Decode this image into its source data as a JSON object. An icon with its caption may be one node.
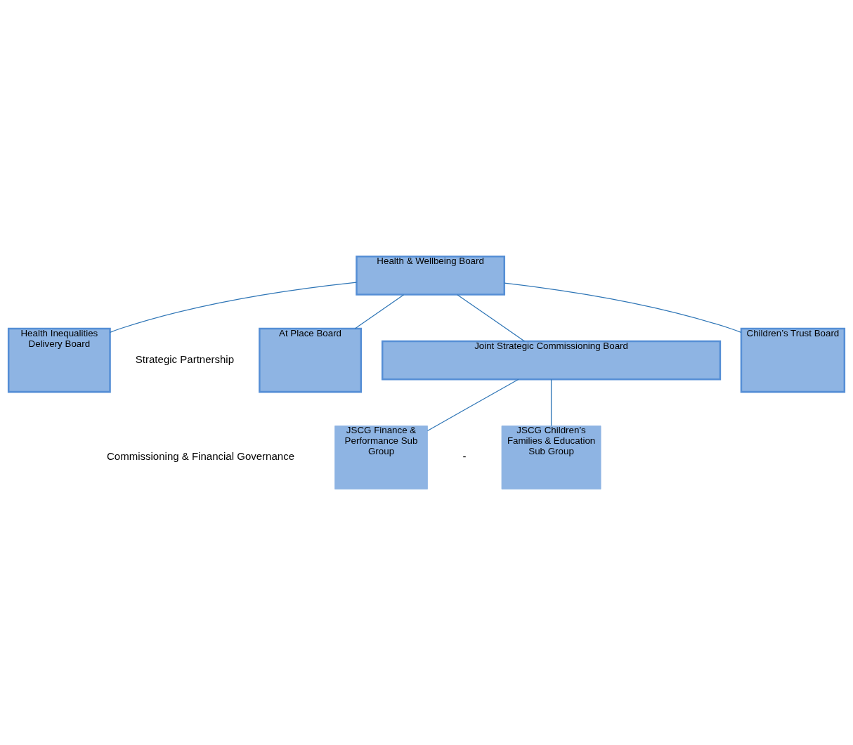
{
  "diagram": {
    "nodes": [
      {
        "text": [
          "Health & Wellbeing Board"
        ]
      },
      {
        "text": [
          "At Place Board"
        ]
      },
      {
        "text": [
          "Children’s Trust Board"
        ]
      },
      {
        "text": [
          "Health Inequalities Delivery Board"
        ]
      },
      {
        "text": [
          "Joint Strategic Commissioning Board"
        ]
      },
      {
        "text": [
          "JSCG Finance & Performance Sub Group"
        ]
      },
      {
        "text": [
          "JSCG Children’s Families & Education Sub Group"
        ]
      }
    ],
    "edges": [
      {
        "from": 0,
        "to": 1,
        "arrow": "none"
      },
      {
        "from": 0,
        "to": 2,
        "arrow": "none"
      },
      {
        "from": 0,
        "to": 3,
        "arrow": "none"
      },
      {
        "from": 0,
        "to": 4,
        "arrow": "none"
      },
      {
        "from": 4,
        "to": 5,
        "arrow": "none"
      },
      {
        "from": 4,
        "to": 6,
        "arrow": "none"
      }
    ],
    "labels": [
      "Strategic Partnership",
      "Commissioning & Financial Governance",
      "-"
    ]
  }
}
